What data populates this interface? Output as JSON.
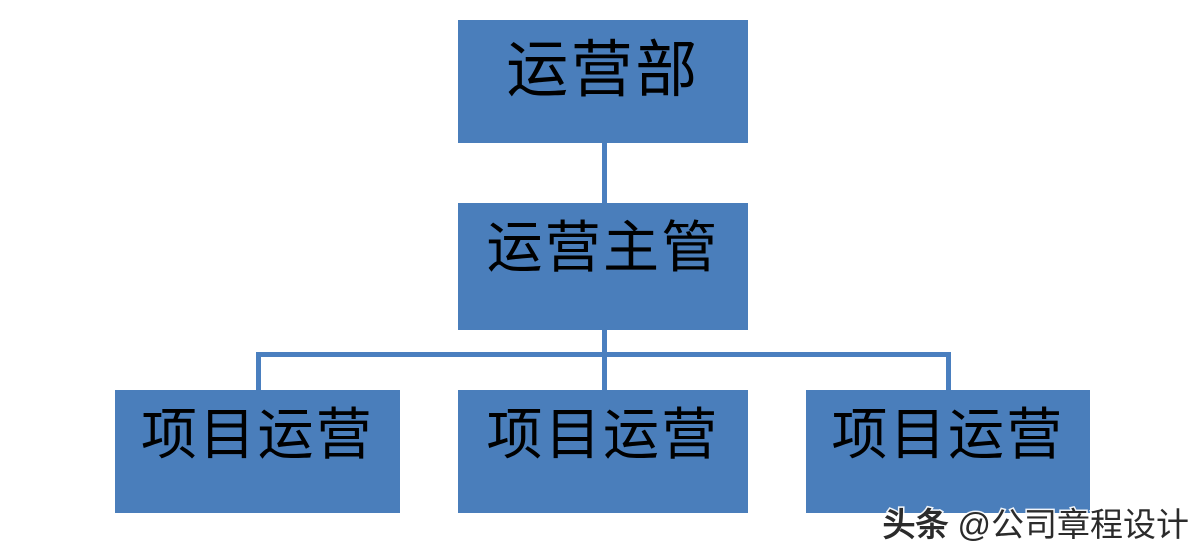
{
  "chart_data": {
    "type": "diagram",
    "diagram_kind": "org-chart",
    "title": "",
    "node_fill_color": "#4a7ebb",
    "connector_color": "#4a7fbf",
    "text_color": "#000000",
    "background_color": "#ffffff",
    "levels": [
      {
        "level": 1,
        "nodes": [
          {
            "id": "top",
            "label": "运营部"
          }
        ]
      },
      {
        "level": 2,
        "nodes": [
          {
            "id": "mid",
            "label": "运营主管"
          }
        ]
      },
      {
        "level": 3,
        "nodes": [
          {
            "id": "leaf-0",
            "label": "项目运营"
          },
          {
            "id": "leaf-1",
            "label": "项目运营"
          },
          {
            "id": "leaf-2",
            "label": "项目运营"
          }
        ]
      }
    ],
    "edges": [
      {
        "from": "top",
        "to": "mid"
      },
      {
        "from": "mid",
        "to": "leaf-0"
      },
      {
        "from": "mid",
        "to": "leaf-1"
      },
      {
        "from": "mid",
        "to": "leaf-2"
      }
    ]
  },
  "nodes": {
    "top": {
      "label": "运营部"
    },
    "mid": {
      "label": "运营主管"
    },
    "leaves": [
      {
        "label": "项目运营"
      },
      {
        "label": "项目运营"
      },
      {
        "label": "项目运营"
      }
    ]
  },
  "watermark": {
    "brand": "头条",
    "handle": "@公司章程设计"
  }
}
